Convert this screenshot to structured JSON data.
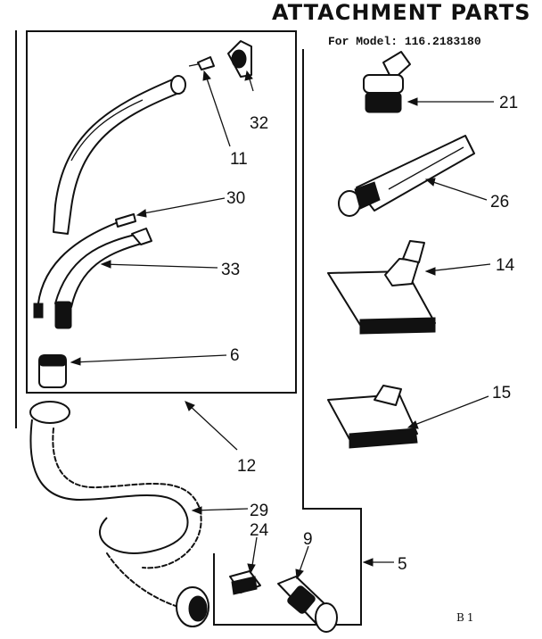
{
  "title": "ATTACHMENT PARTS",
  "subtitle": "For Model: 116.2183180",
  "page_code": "B1",
  "callouts": [
    "21",
    "26",
    "14",
    "15",
    "32",
    "11",
    "30",
    "33",
    "6",
    "12",
    "29",
    "24",
    "9",
    "5"
  ]
}
